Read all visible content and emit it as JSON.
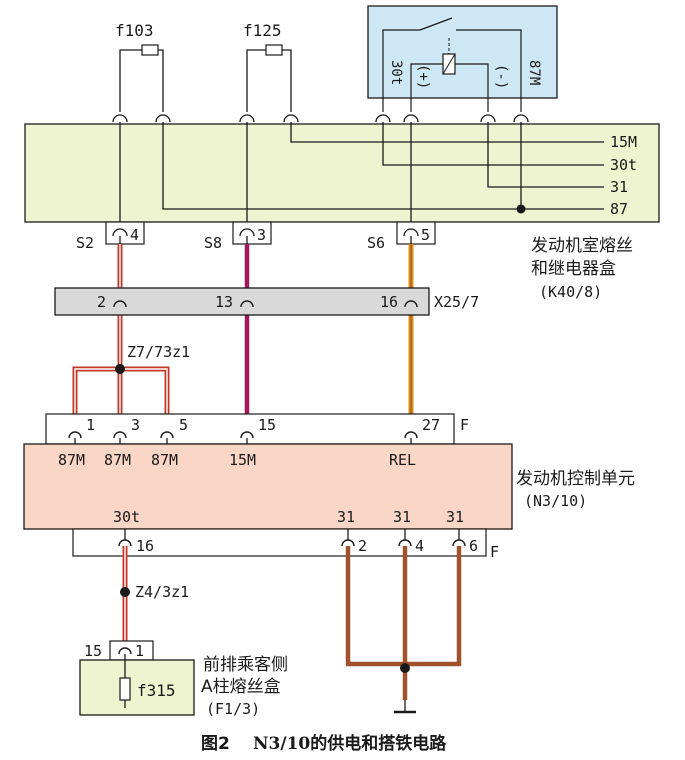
{
  "fuses_top": {
    "f103": "f103",
    "f125": "f125"
  },
  "relay": {
    "pin_30t": "30t",
    "pin_plus": "(+)",
    "pin_minus": "(-)",
    "pin_87m": "87M"
  },
  "k40": {
    "name_line1": "发动机室熔丝",
    "name_line2": "和继电器盒",
    "code": "(K40/8)",
    "bus": [
      "15M",
      "30t",
      "31",
      "87"
    ],
    "pin_labels": [
      "S2",
      "S8",
      "S6"
    ],
    "pin_numbers": [
      "4",
      "3",
      "5"
    ]
  },
  "x25": {
    "name": "X25/7",
    "pins": [
      "2",
      "13",
      "16"
    ]
  },
  "splice_top": "Z7/73z1",
  "ecu": {
    "name": "发动机控制单元",
    "code": "(N3/10)",
    "conn_top_pins": [
      "1",
      "3",
      "5",
      "15",
      "27"
    ],
    "conn_top_label": "F",
    "signals_top": [
      "87M",
      "87M",
      "87M",
      "15M",
      "REL"
    ],
    "signal_30t": "30t",
    "signals_31": [
      "31",
      "31",
      "31"
    ],
    "conn_bottom_pins": [
      "16",
      "2",
      "4",
      "6"
    ],
    "conn_bottom_label": "F"
  },
  "splice_bottom": "Z4/3z1",
  "f1": {
    "pins": [
      "15",
      "1"
    ],
    "fuse": "f315",
    "name_line1": "前排乘客侧",
    "name_line2": "A柱熔丝盒",
    "code": "(F1/3)"
  },
  "caption": {
    "fig": "图2",
    "title": "N3/10的供电和搭铁电路"
  },
  "colors": {
    "k40_fill": "#eef3d0",
    "relay_fill": "#cde7f5",
    "x25_fill": "#d9d9d9",
    "ecu_fill": "#f9d6c5",
    "f1_fill": "#eef3d0",
    "wire_red": "#c0392b",
    "wire_purple": "#a2185b",
    "wire_orange": "#e08a1e",
    "wire_brown": "#a0522d",
    "line": "#1a1a1a"
  }
}
